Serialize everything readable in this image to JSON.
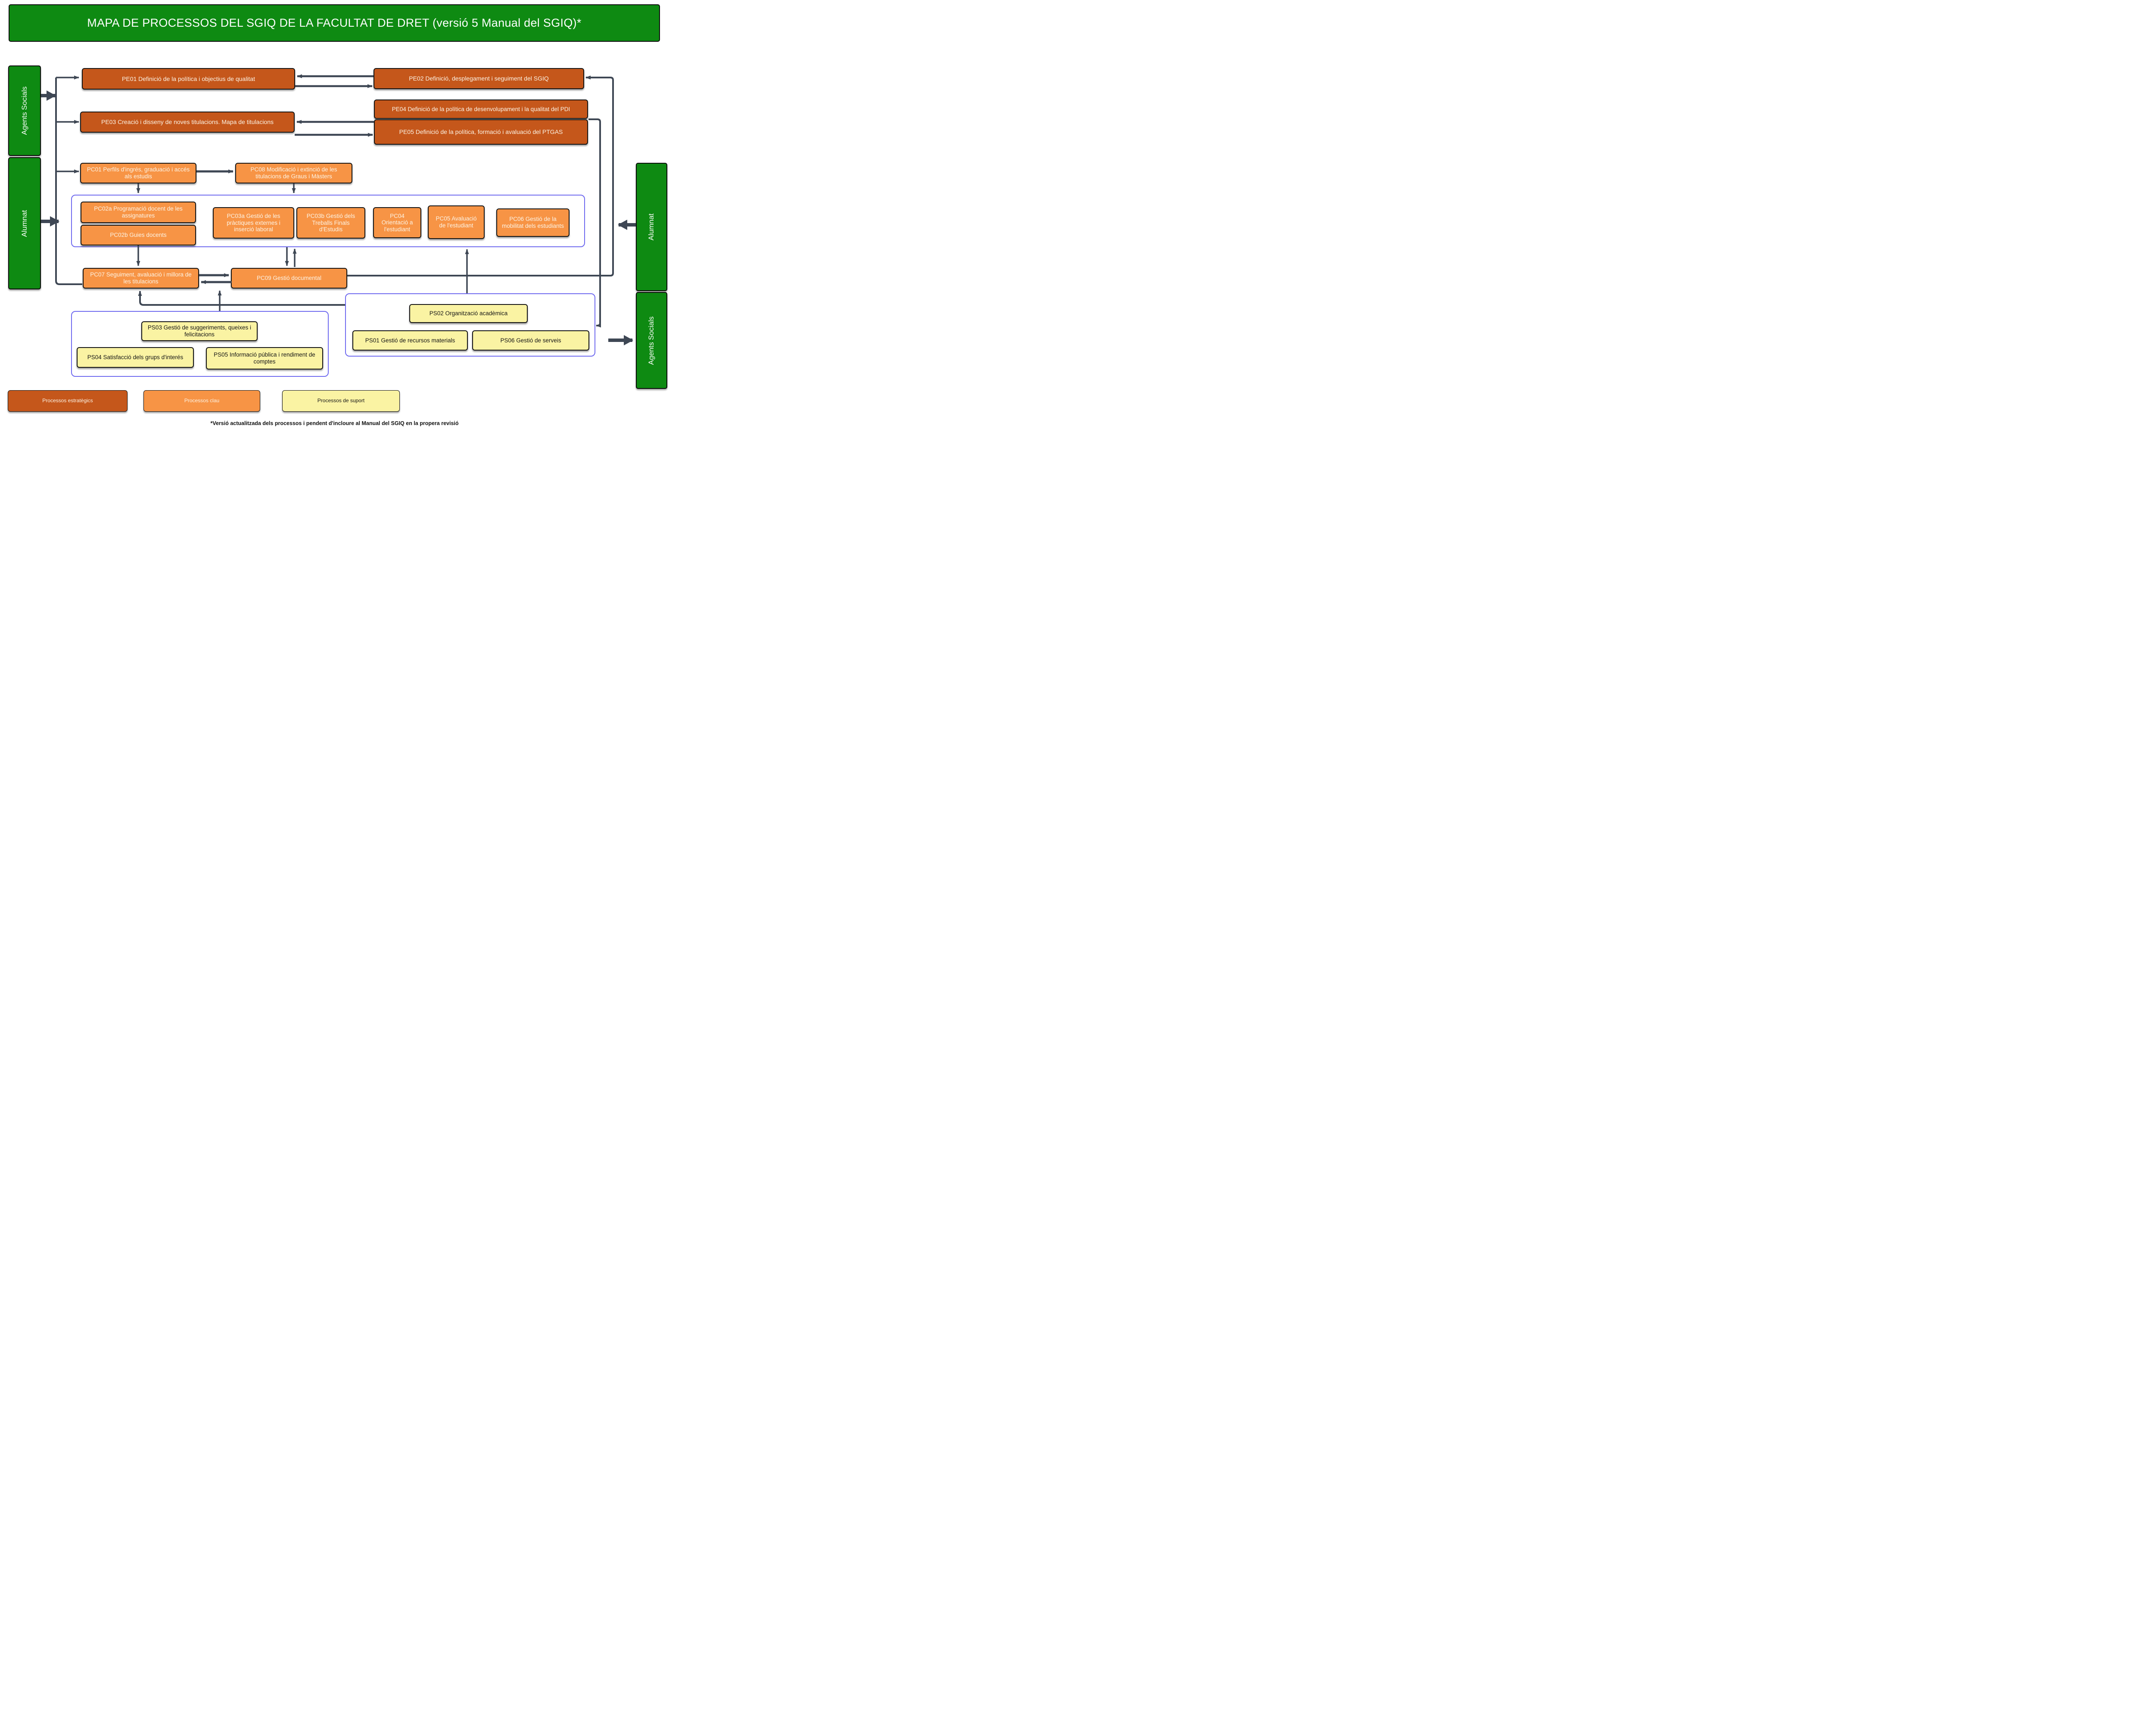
{
  "title": "MAPA DE PROCESSOS DEL SGIQ DE LA FACULTAT DE DRET (versió 5 Manual del SGIQ)*",
  "side_bars": {
    "left_top": "Agents Socials",
    "left_bottom": "Alumnat",
    "right_top": "Alumnat",
    "right_bottom": "Agents Socials"
  },
  "strategic": {
    "pe01": "PE01 Definició de la política i objectius de qualitat",
    "pe02": "PE02 Definició, desplegament i seguiment del SGIQ",
    "pe03": "PE03 Creació i disseny de noves titulacions. Mapa de titulacions",
    "pe04": "PE04 Definició de la política de desenvolupament i la qualitat del PDI",
    "pe05": "PE05 Definició de la política, formació i avaluació del PTGAS"
  },
  "key": {
    "pc01": "PC01 Perfils d'ingrés, graduació i accés als estudis",
    "pc08": "PC08 Modificació i extinció de les titulacions de Graus i Màsters",
    "pc02a": "PC02a Programació docent de les assignatures",
    "pc02b": "PC02b Guies docents",
    "pc03a": "PC03a Gestió de les pràctiques externes i inserció laboral",
    "pc03b": "PC03b Gestió dels Treballs Finals d'Estudis",
    "pc04": "PC04 Orientació a l'estudiant",
    "pc05": "PC05 Avaluació de l'estudiant",
    "pc06": "PC06 Gestió de la mobilitat dels estudiants",
    "pc07": "PC07 Seguiment, avaluació i millora de les titulacions",
    "pc09": "PC09 Gestió documental"
  },
  "support": {
    "ps01": "PS01 Gestió de recursos materials",
    "ps02": "PS02 Organització acadèmica",
    "ps03": "PS03 Gestió de suggeriments, queixes i felicitacions",
    "ps04": "PS04 Satisfacció dels grups d'interés",
    "ps05": "PS05 Informació pública i rendiment de comptes",
    "ps06": "PS06 Gestió de serveis"
  },
  "legend": {
    "strategic": "Processos estratègics",
    "key": "Processos clau",
    "support": "Processos de suport"
  },
  "footnote": "*Versió actualitzada dels processos i pendent d'incloure al Manual del SGIQ en la propera revisió",
  "colors": {
    "green": "#0E8A12",
    "strategic_orange": "#C5571B",
    "key_orange": "#F79445",
    "support_yellow": "#FAF3A3",
    "container_purple": "#6F6AEF",
    "arrow": "#3E4754"
  }
}
